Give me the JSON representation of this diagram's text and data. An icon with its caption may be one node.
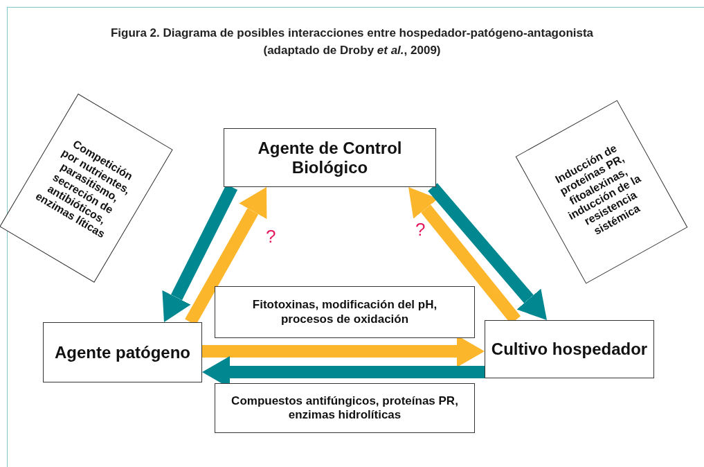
{
  "diagram": {
    "title": "Figura 2. Diagrama de posibles interacciones entre hospedador-patógeno-antagonista (adaptado de Droby *et al.*, 2009)",
    "nodes": [
      {
        "text": [
          "Competición por nutrientes, parasitismo, secreción de antibióticos, enzimas líticas"
        ]
      },
      {
        "text": [
          "Agente de Control Biológico"
        ]
      },
      {
        "text": [
          "Inducción de proteínas PR, fitoalexinas, inducción de la resistencia sistémica"
        ]
      },
      {
        "text": [
          "Fitotoxinas, modificación del pH, procesos de oxidación"
        ]
      },
      {
        "text": [
          "Agente patógeno"
        ]
      },
      {
        "text": [
          "Cultivo hospedador"
        ]
      },
      {
        "text": [
          "Compuestos antifúngicos, proteínas PR, enzimas hidrolíticas"
        ]
      }
    ],
    "edges": [
      {
        "from": 1,
        "to": 4,
        "arrow": "to",
        "color": "#00878f"
      },
      {
        "from": 4,
        "to": 1,
        "arrow": "to",
        "label": "?",
        "color": "#fbb62b"
      },
      {
        "from": 5,
        "to": 1,
        "arrow": "to",
        "label": "?",
        "color": "#fbb62b"
      },
      {
        "from": 1,
        "to": 5,
        "arrow": "to",
        "color": "#00878f"
      },
      {
        "from": 4,
        "to": 5,
        "arrow": "to",
        "color": "#fbb62b"
      },
      {
        "from": 5,
        "to": 4,
        "arrow": "to",
        "color": "#00878f"
      }
    ]
  }
}
